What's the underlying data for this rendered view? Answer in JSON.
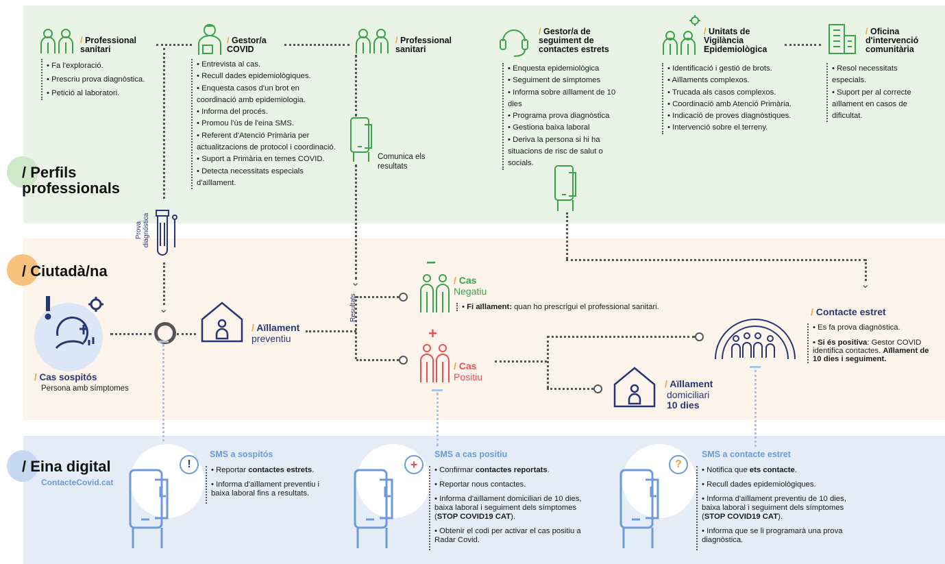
{
  "colors": {
    "green": "#3aa34a",
    "green_light": "#cfe8c9",
    "orange": "#f2a13a",
    "red": "#e8505b",
    "navy": "#283574",
    "blue": "#6e9ad6",
    "peach_circle": "#f6c27d",
    "blue_circle": "#c7d8f1"
  },
  "sections": {
    "perfils": "/ Perfils professionals",
    "ciutada": "/ Ciutadà/na",
    "eina": "/ Eina digital",
    "eina_sub": "ContacteCovid.cat"
  },
  "roles": {
    "prof1": {
      "slash": "/",
      "name": "Professional sanitari",
      "items": [
        "Fa l'exploració.",
        "Prescriu prova diagnòstica.",
        "Petició al laboratori."
      ]
    },
    "gestor": {
      "slash": "/",
      "name": "Gestor/a COVID",
      "items": [
        "Entrevista al cas.",
        "Recull dades epidemiològiques.",
        "Enquesta casos d'un brot en coordinació amb epidemiologia.",
        "Informa del procés.",
        "Promou l'ús de l'eina SMS.",
        "Referent d'Atenció Primària per actualitzacions de protocol i coordinació.",
        "Suport a Primària en temes COVID.",
        "Detecta necessitats especials d'aïllament."
      ]
    },
    "prof2": {
      "slash": "/",
      "name": "Professional sanitari"
    },
    "seguiment": {
      "slash": "/",
      "name": "Gestor/a de seguiment de contactes estrets",
      "items": [
        "Enquesta epidemiològica",
        "Seguiment de símptomes",
        "Informa sobre aïllament de 10 dies",
        "Programa prova diagnòstica",
        "Gestiona baixa laboral",
        "Deriva la persona si hi ha situacions de risc de salut o socials."
      ]
    },
    "unitats": {
      "slash": "/",
      "name": "Unitats de Vigilància Epidemiològica",
      "items": [
        "Identificació i gestió de brots.",
        "Aïllaments complexos.",
        "Trucada als casos complexos.",
        "Coordinació amb Atenció Primària.",
        "Indicació de proves diagnòstiques.",
        "Intervenció sobre el terreny."
      ]
    },
    "oficina": {
      "slash": "/",
      "name": "Oficina d'intervenció comunitària",
      "items": [
        "Resol necessitats especials.",
        "Suport per al correcte aïllament en casos de dificultat."
      ]
    }
  },
  "labels": {
    "comunica": "Comunica els resultats",
    "prova": "Prova diagnòstica",
    "resultats": "Resultats",
    "cas_sospitos": "Cas sospitós",
    "cas_sospitos_sub": "Persona amb símptomes",
    "aillament_prev": "Aïllament",
    "aillament_prev_sub": "preventiu",
    "cas_neg": "Cas",
    "cas_neg_sub": "Negatiu",
    "fi_aillament_b": "Fi aïllament:",
    "fi_aillament": " quan ho prescrigui el professional sanitari.",
    "cas_pos": "Cas",
    "cas_pos_sub": "Positiu",
    "aillament_dom": "Aïllament",
    "aillament_dom_sub": "domiciliari",
    "aillament_dom_days": "10 dies",
    "contacte_estret": "Contacte estret",
    "ce_item1": "Es fa prova diagnòstica.",
    "ce_item2_b": "Si és positiva",
    "ce_item2": ": Gestor COVID identifica contactes. ",
    "ce_item2_b2": "Aïllament de 10 dies i seguiment.",
    "minus": "−",
    "plus": "+"
  },
  "sms": {
    "sospitos": {
      "title": "SMS a sospitós",
      "icon": "!",
      "i1a": "Reportar ",
      "i1b": "contactes estrets",
      "i1c": ".",
      "i2": "Informa d'aïllament preventiu i baixa laboral fins a resultats."
    },
    "positiu": {
      "title": "SMS a cas positiu",
      "icon": "+",
      "i1a": "Confirmar ",
      "i1b": "contactes reportats",
      "i1c": ".",
      "i2": "Reportar nous contactes.",
      "i3a": "Informa d'aïllament domiciliari de 10 dies, baixa laboral i seguiment dels símptomes (",
      "i3b": "STOP COVID19 CAT",
      "i3c": ").",
      "i4": "Obtenir el codi per activar el cas positiu a Radar Covid."
    },
    "contacte": {
      "title": "SMS a contacte estret",
      "icon": "?",
      "i1a": "Notifica que ",
      "i1b": "ets contacte",
      "i1c": ".",
      "i2": "Recull dades epidemiològiques.",
      "i3a": "Informa d'aïllament preventiu de 10 dies, baixa laboral i seguiment dels símptomes (",
      "i3b": "STOP COVID19 CAT",
      "i3c": ").",
      "i4": "Informa que se li programarà una prova diagnòstica."
    }
  }
}
